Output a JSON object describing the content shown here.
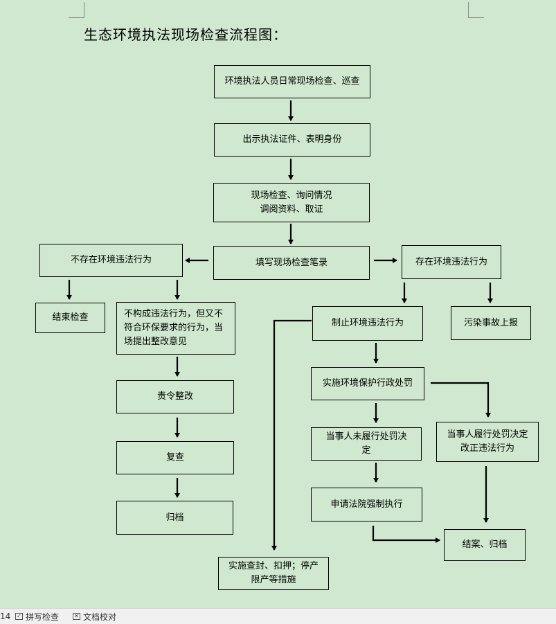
{
  "title": "生态环境执法现场检查流程图：",
  "boxes": {
    "daily_inspection": "环境执法人员日常现场检查、巡查",
    "show_credentials": "出示执法证件、表明身份",
    "onsite_line1": "现场检查、询问情况",
    "onsite_line2": "调阅资料、取证",
    "fill_record": "填写现场检查笔录",
    "no_violation": "不存在环境违法行为",
    "violation_exists": "存在环境违法行为",
    "end_inspection": "结束检查",
    "non_compliant": "不构成违法行为，但又不符合环保要求的行为，当场提出整改意见",
    "order_rectify": "责令整改",
    "recheck": "复查",
    "archive_left": "归档",
    "stop_violation": "制止环境违法行为",
    "pollution_report": "污染事故上报",
    "admin_penalty": "实施环境保护行政处罚",
    "not_comply_line1": "当事人未履行处罚决",
    "not_comply_line2": "定",
    "comply_line1": "当事人履行处罚决定",
    "comply_line2": "改正违法行为",
    "court_enforce": "申请法院强制执行",
    "close_archive": "结案、归档",
    "seal_line1": "实施查封、扣押；停产",
    "seal_line2": "限产等措施"
  },
  "statusbar": {
    "page": "14",
    "spellcheck": "拼写检查",
    "proofread": "文档校对"
  }
}
